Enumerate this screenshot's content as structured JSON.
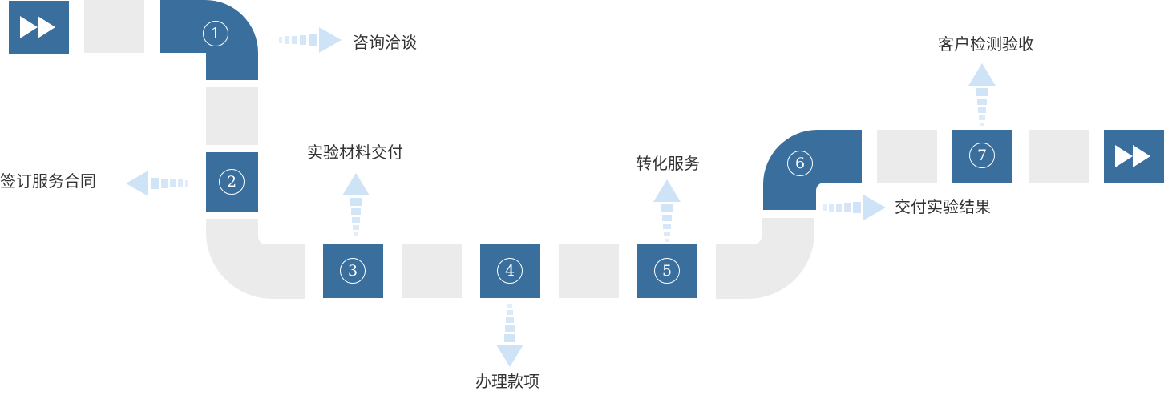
{
  "diagram": {
    "steps": [
      {
        "number": "1",
        "label": "咨询洽谈"
      },
      {
        "number": "2",
        "label": "签订服务合同"
      },
      {
        "number": "3",
        "label": "实验材料交付"
      },
      {
        "number": "4",
        "label": "办理款项"
      },
      {
        "number": "5",
        "label": "转化服务"
      },
      {
        "number": "6",
        "label": "交付实验结果"
      },
      {
        "number": "7",
        "label": "客户检测验收"
      }
    ]
  },
  "colors": {
    "step_blue": "#3a6e9c",
    "track_gray": "#ebebeb",
    "arrow_light_blue": "#d3e7f8",
    "text": "#333333"
  },
  "icons": {
    "start": "fast-forward-icon",
    "end": "fast-forward-icon",
    "direction": "dashed-arrow-icon"
  }
}
